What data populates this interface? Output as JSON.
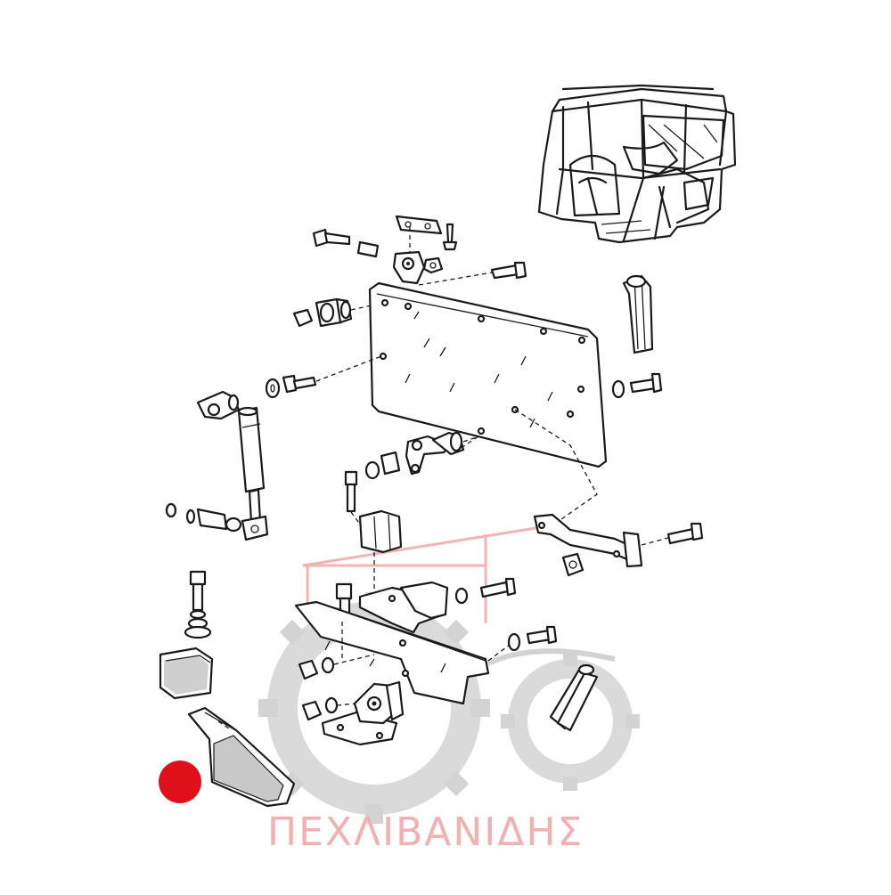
{
  "watermark": {
    "brand_text": "ΠΕΧΛΙΒΑΝΙΔΗΣ",
    "text_color": "#f2b0b0",
    "logo_icon": "tractor-logo-icon",
    "logo_gray": "#d3d3d3",
    "logo_accent": "#f4b3b3"
  },
  "marker": {
    "icon": "highlight-dot-icon",
    "color": "#e0101a"
  },
  "diagram": {
    "title": "",
    "line_color": "#1a1a1a",
    "parts": [
      "tractor-cab-illustration",
      "rear-window-panel",
      "window-hinge-bracket",
      "gas-strut",
      "window-latch-handle",
      "rubber-seal-strip",
      "rubber-buffer-block",
      "mounting-bracket",
      "foam-pad",
      "corner-seal-piece"
    ]
  }
}
